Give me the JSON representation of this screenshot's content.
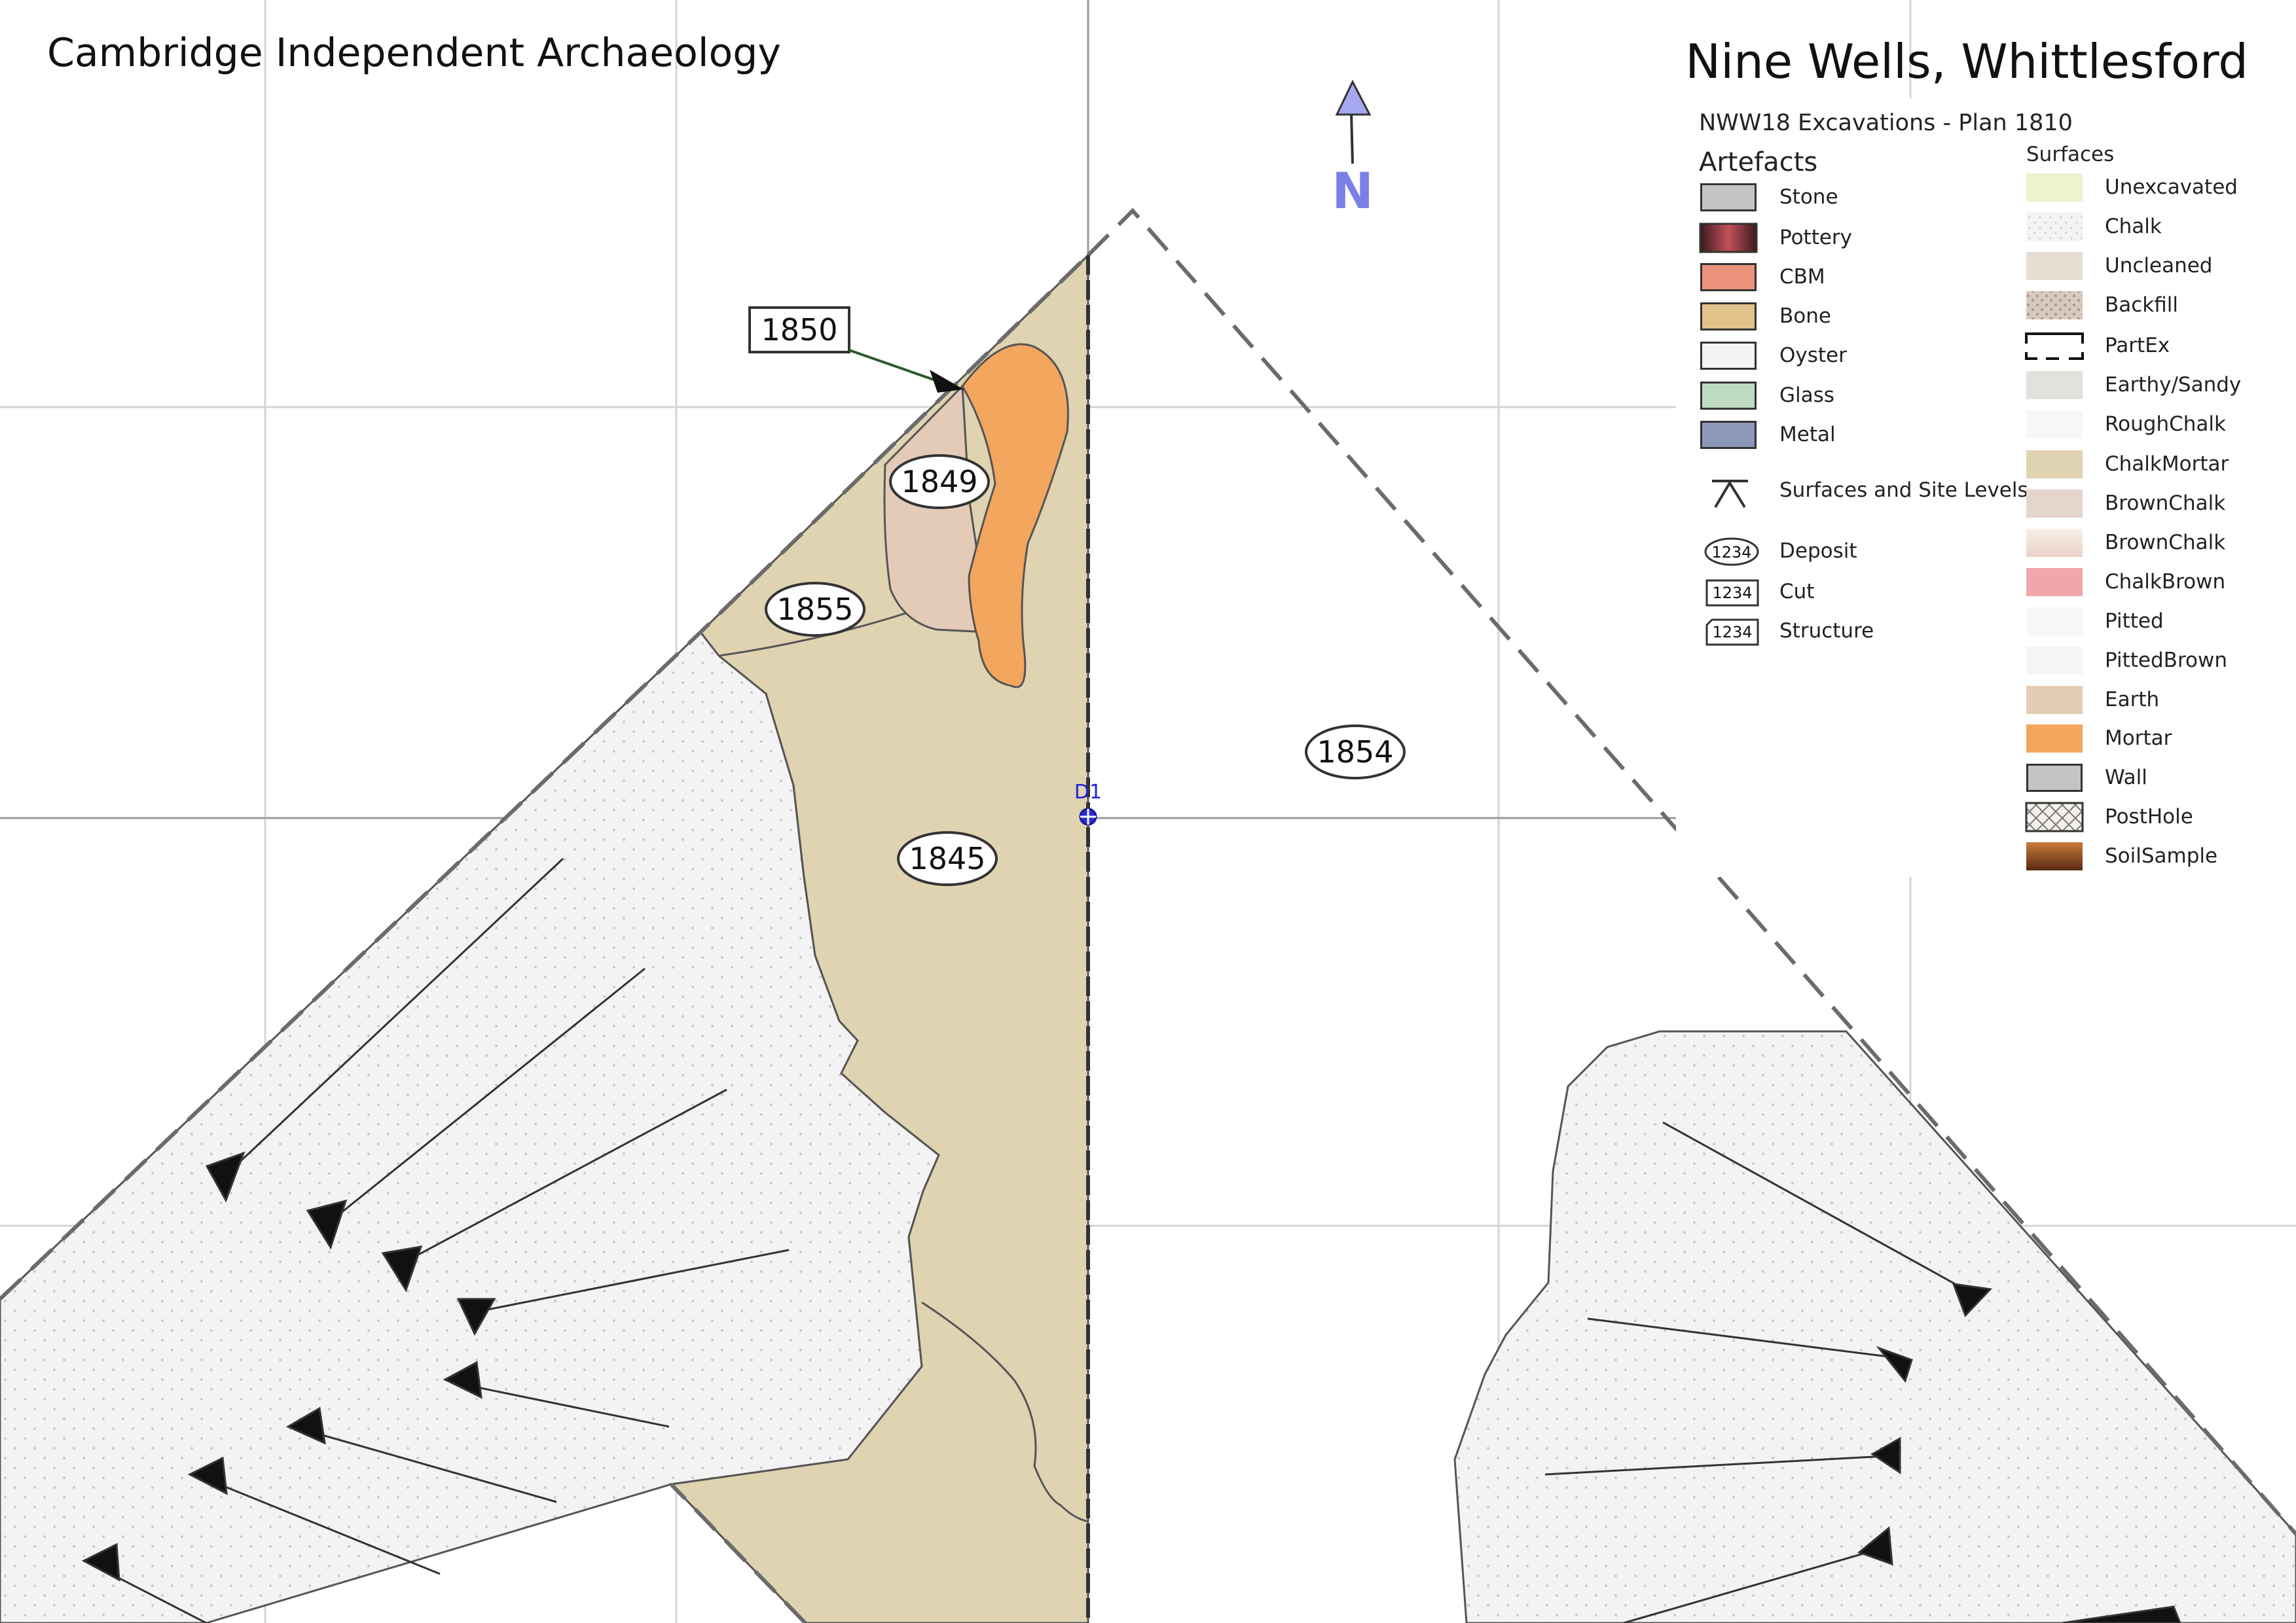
{
  "header": {
    "organisation": "Cambridge Independent Archaeology",
    "site_name": "Nine Wells, Whittlesford",
    "plan_title": "NWW18 Excavations - Plan 1810"
  },
  "north_arrow": {
    "label": "N",
    "color": "#7b7fe6"
  },
  "datum": {
    "label": "D1",
    "color": "#2222dd"
  },
  "map": {
    "labels": {
      "c1850": "1850",
      "d1849": "1849",
      "d1855": "1855",
      "d1854": "1854",
      "d1845": "1845"
    },
    "colors": {
      "chalk_mortar": "#dfd3b1",
      "brown_chalk": "#e4cbb8",
      "mortar": "#f3a65e",
      "chalk": "#f2f2f2"
    }
  },
  "legend": {
    "artefacts": {
      "heading": "Artefacts",
      "items": [
        {
          "label": "Stone",
          "color": "#c4c4c4"
        },
        {
          "label": "Pottery",
          "color": "#7a2a32"
        },
        {
          "label": "CBM",
          "color": "#ea927a"
        },
        {
          "label": "Bone",
          "color": "#e2c38c"
        },
        {
          "label": "Oyster",
          "color": "#f4f4f4"
        },
        {
          "label": "Glass",
          "color": "#c0dcc0"
        },
        {
          "label": "Metal",
          "color": "#8c98b8"
        }
      ]
    },
    "symbols": [
      {
        "label": "Surfaces and Site Levels",
        "icon": "surface-level-icon"
      },
      {
        "label": "Deposit",
        "icon": "deposit-oval-icon",
        "sample": "1234"
      },
      {
        "label": "Cut",
        "icon": "cut-box-icon",
        "sample": "1234"
      },
      {
        "label": "Structure",
        "icon": "structure-box-icon",
        "sample": "1234"
      }
    ],
    "surfaces": {
      "heading": "Surfaces",
      "items": [
        {
          "label": "Unexcavated",
          "color": "#eef2cd"
        },
        {
          "label": "Chalk",
          "color": "#f3f3f3"
        },
        {
          "label": "Uncleaned",
          "color": "#e8ddd2"
        },
        {
          "label": "Backfill",
          "color": "#d9c8bc"
        },
        {
          "label": "PartEx",
          "color": "#ffffff"
        },
        {
          "label": "Earthy/Sandy",
          "color": "#e3e1dc"
        },
        {
          "label": "RoughChalk",
          "color": "#f7f7f7"
        },
        {
          "label": "ChalkMortar",
          "color": "#e0d3b2"
        },
        {
          "label": "BrownChalk",
          "color": "#e5d6cb"
        },
        {
          "label": "BrownChalk",
          "color": "#efe2d9"
        },
        {
          "label": "ChalkBrown",
          "color": "#f0a7ab"
        },
        {
          "label": "Pitted",
          "color": "#f7f7f7"
        },
        {
          "label": "PittedBrown",
          "color": "#f7f6f4"
        },
        {
          "label": "Earth",
          "color": "#e3cdb4"
        },
        {
          "label": "Mortar",
          "color": "#f3a65e"
        },
        {
          "label": "Wall",
          "color": "#c4c4c4"
        },
        {
          "label": "PostHole",
          "color": "#f4f0ea"
        },
        {
          "label": "SoilSample",
          "color": "#8a4a22"
        }
      ]
    }
  }
}
